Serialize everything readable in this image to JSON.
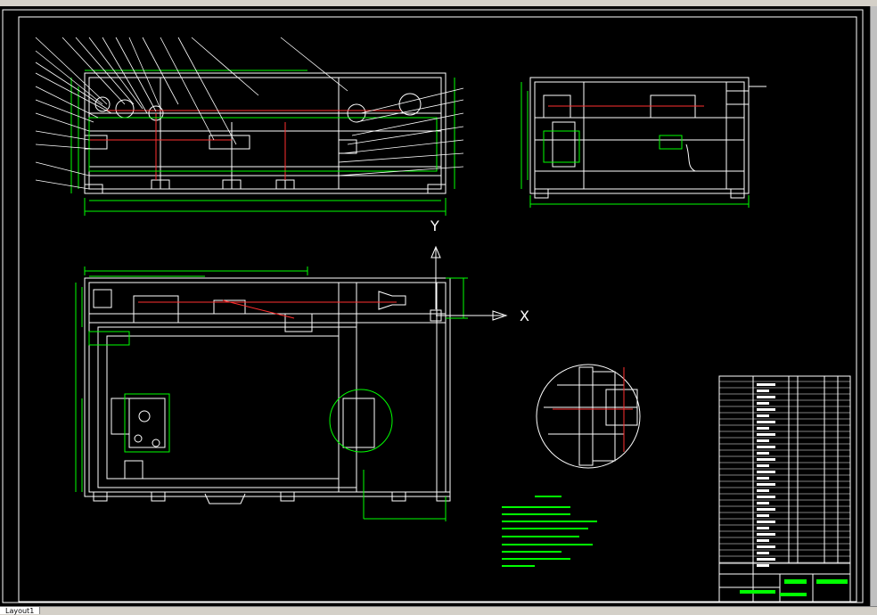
{
  "layout_tab": "Layout1",
  "axes": {
    "y_label": "Y",
    "x_label": "X"
  },
  "colors": {
    "background": "#000000",
    "frame": "#ffffff",
    "dim": "#00ff00",
    "part": "#ffffff",
    "center": "#ff3030",
    "note": "#00ff00"
  }
}
